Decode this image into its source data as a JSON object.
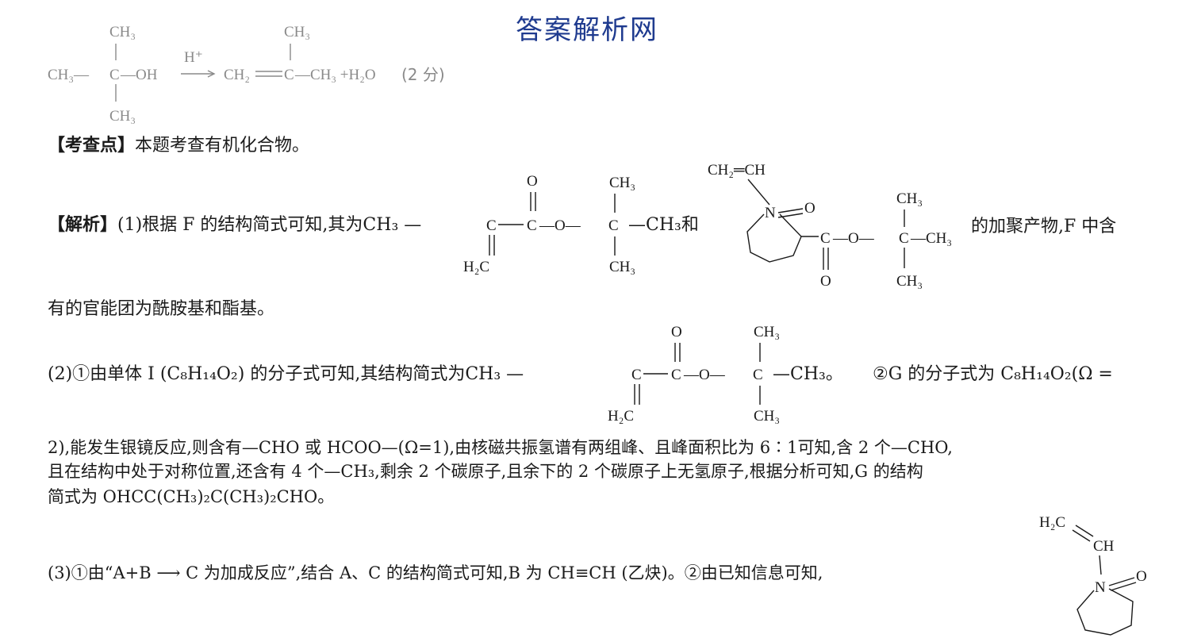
{
  "watermark": "答案解析网",
  "eq1": {
    "ch3_top_left": "CH₃",
    "ch3_left": "CH₃—",
    "c_left": "C",
    "oh": "—OH",
    "catalyst": "H⁺",
    "ch2": "CH₂",
    "c_right": "C",
    "ch3_right": "—CH₃ +H₂O",
    "score": "(2 分)",
    "ch3_top_right": "CH₃",
    "ch3_bottom_left": "CH₃"
  },
  "kaocha": {
    "label": "【考查点】",
    "text": "本题考查有机化合物。"
  },
  "jiexi": {
    "label": "【解析】",
    "p1_before": "(1)根据 F 的结构简式可知,其为CH₃ —",
    "p1_and": "—CH₃和",
    "p1_after": "的加聚产物,F 中含",
    "p1_cont": "有的官能团为酰胺基和酯基。",
    "p2_before": "(2)①由单体 I (C₈H₁₄O₂) 的分子式可知,其结构简式为CH₃ —",
    "p2_end": "—CH₃。",
    "p2_after": "②G 的分子式为 C₈H₁₄O₂(Ω =",
    "p2_line2": "2),能发生银镜反应,则含有—CHO 或 HCOO—(Ω=1),由核磁共振氢谱有两组峰、且峰面积比为 6∶1可知,含 2 个—CHO,",
    "p2_line3": "且在结构中处于对称位置,还含有 4 个—CH₃,剩余 2 个碳原子,且余下的 2 个碳原子上无氢原子,根据分析可知,G 的结构",
    "p2_line4": "简式为 OHCC(CH₃)₂C(CH₃)₂CHO。",
    "p3": "(3)①由“A+B ⟶ C 为加成反应”,结合 A、C 的结构简式可知,B 为 CH≡CH (乙炔)。②由已知信息可知,"
  },
  "struct1": {
    "o": "O",
    "c1": "C",
    "c2": "C",
    "o_mid": "—O—",
    "c3": "C",
    "ch3_top": "CH₃",
    "ch3_bottom": "CH₃",
    "h2c": "H₂C"
  },
  "struct2": {
    "vinyl": "CH₂═CH",
    "n": "N",
    "o_ring": "O",
    "c_ester": "C",
    "o_mid": "—O—",
    "c_q": "C",
    "ch3_right": "—CH₃",
    "ch3_top": "CH₃",
    "ch3_bottom": "CH₃",
    "o_bottom": "O"
  },
  "struct3": {
    "o": "O",
    "c1": "C",
    "c2": "C",
    "o_mid": "—O—",
    "c3": "C",
    "ch3_top": "CH₃",
    "ch3_bottom": "CH₃",
    "h2c": "H₂C"
  },
  "struct4": {
    "h2c": "H₂C",
    "ch": "CH",
    "n": "N",
    "o": "O"
  }
}
